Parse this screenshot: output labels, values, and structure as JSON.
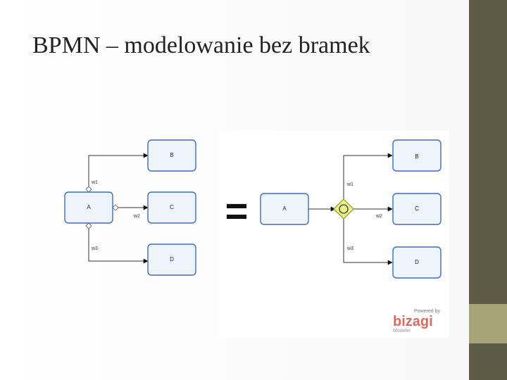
{
  "slide": {
    "title": "BPMN – modelowanie bez bramek"
  },
  "left": {
    "tasks": {
      "a": "A",
      "b": "B",
      "c": "C",
      "d": "D"
    },
    "flows": {
      "w1": "w1",
      "w2": "w2",
      "w3": "w3"
    }
  },
  "right": {
    "tasks": {
      "a": "A",
      "b": "B",
      "c": "C",
      "d": "D"
    },
    "flows": {
      "w1": "w1",
      "w2": "w2",
      "w3": "w3"
    }
  },
  "equals": "=",
  "logo": {
    "powered": "Powered by",
    "brand": "bizagi",
    "product": "Modeler"
  },
  "colors": {
    "task_fill": "#eef4fb",
    "task_stroke": "#3b6fb6",
    "gateway": "#c8cc4a",
    "side_bar": "#5e5b45",
    "side_accent": "#a8a47a"
  }
}
